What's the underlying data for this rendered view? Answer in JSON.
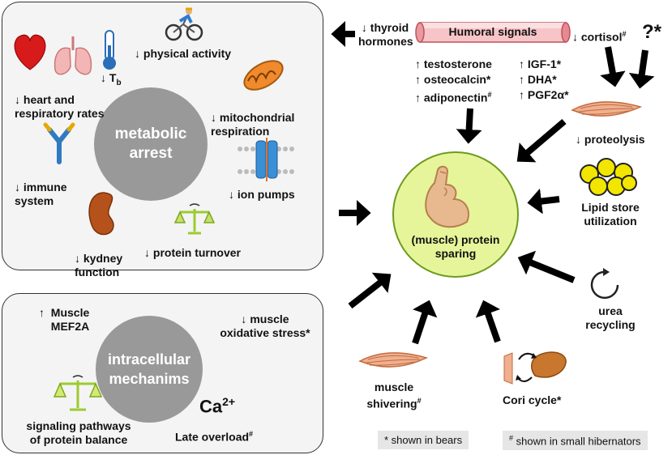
{
  "arrow_glyph": "↓",
  "up_glyph": "↑",
  "metabolic": {
    "center": "metabolic\narrest",
    "heart": "heart and\nrespiratory rates",
    "tb": "T",
    "tb_sub": "b",
    "activity": "physical activity",
    "mito": "mitochondrial\nrespiration",
    "immune": "immune\nsystem",
    "ion": "ion pumps",
    "kidney": "kydney\nfunction",
    "protein_turnover": "protein turnover"
  },
  "intracellular": {
    "center": "intracellular\nmechanims",
    "mef2a": "Muscle\nMEF2A",
    "oxidative_line1": "muscle",
    "oxidative_line2": "oxidative stress*",
    "signaling": "signaling pathways\nof protein balance",
    "ca": "Ca",
    "ca_sup": "2+",
    "late": "Late overload",
    "late_mark": "#"
  },
  "humoral": {
    "banner": "Humoral signals",
    "thyroid_line1": "thyroid",
    "thyroid_line2": "hormones",
    "cortisol": "cortisol",
    "cortisol_mark": "#",
    "unknown": "?*",
    "left_col": [
      "testosterone",
      "osteocalcin*",
      "adiponectin"
    ],
    "adiponectin_mark": "#",
    "right_col": [
      "IGF-1*",
      "DHA*",
      "PGF2α*"
    ]
  },
  "center": {
    "label": "(muscle) protein\nsparing"
  },
  "sources": {
    "proteolysis": "proteolysis",
    "lipid": "Lipid store\nutilization",
    "urea": "urea\nrecycling",
    "shivering": "muscle\nshivering",
    "shivering_mark": "#",
    "cori": "Cori cycle*"
  },
  "legend": {
    "bears": "* shown in bears",
    "small_mark": "#",
    "small": " shown in small hibernators"
  },
  "colors": {
    "panel_bg": "#f4f4f4",
    "gray_circle": "#999999",
    "center_fill": "#e6f59a",
    "center_border": "#6e9a1e",
    "banner": "#f4b3b8",
    "arrow": "#000000"
  }
}
